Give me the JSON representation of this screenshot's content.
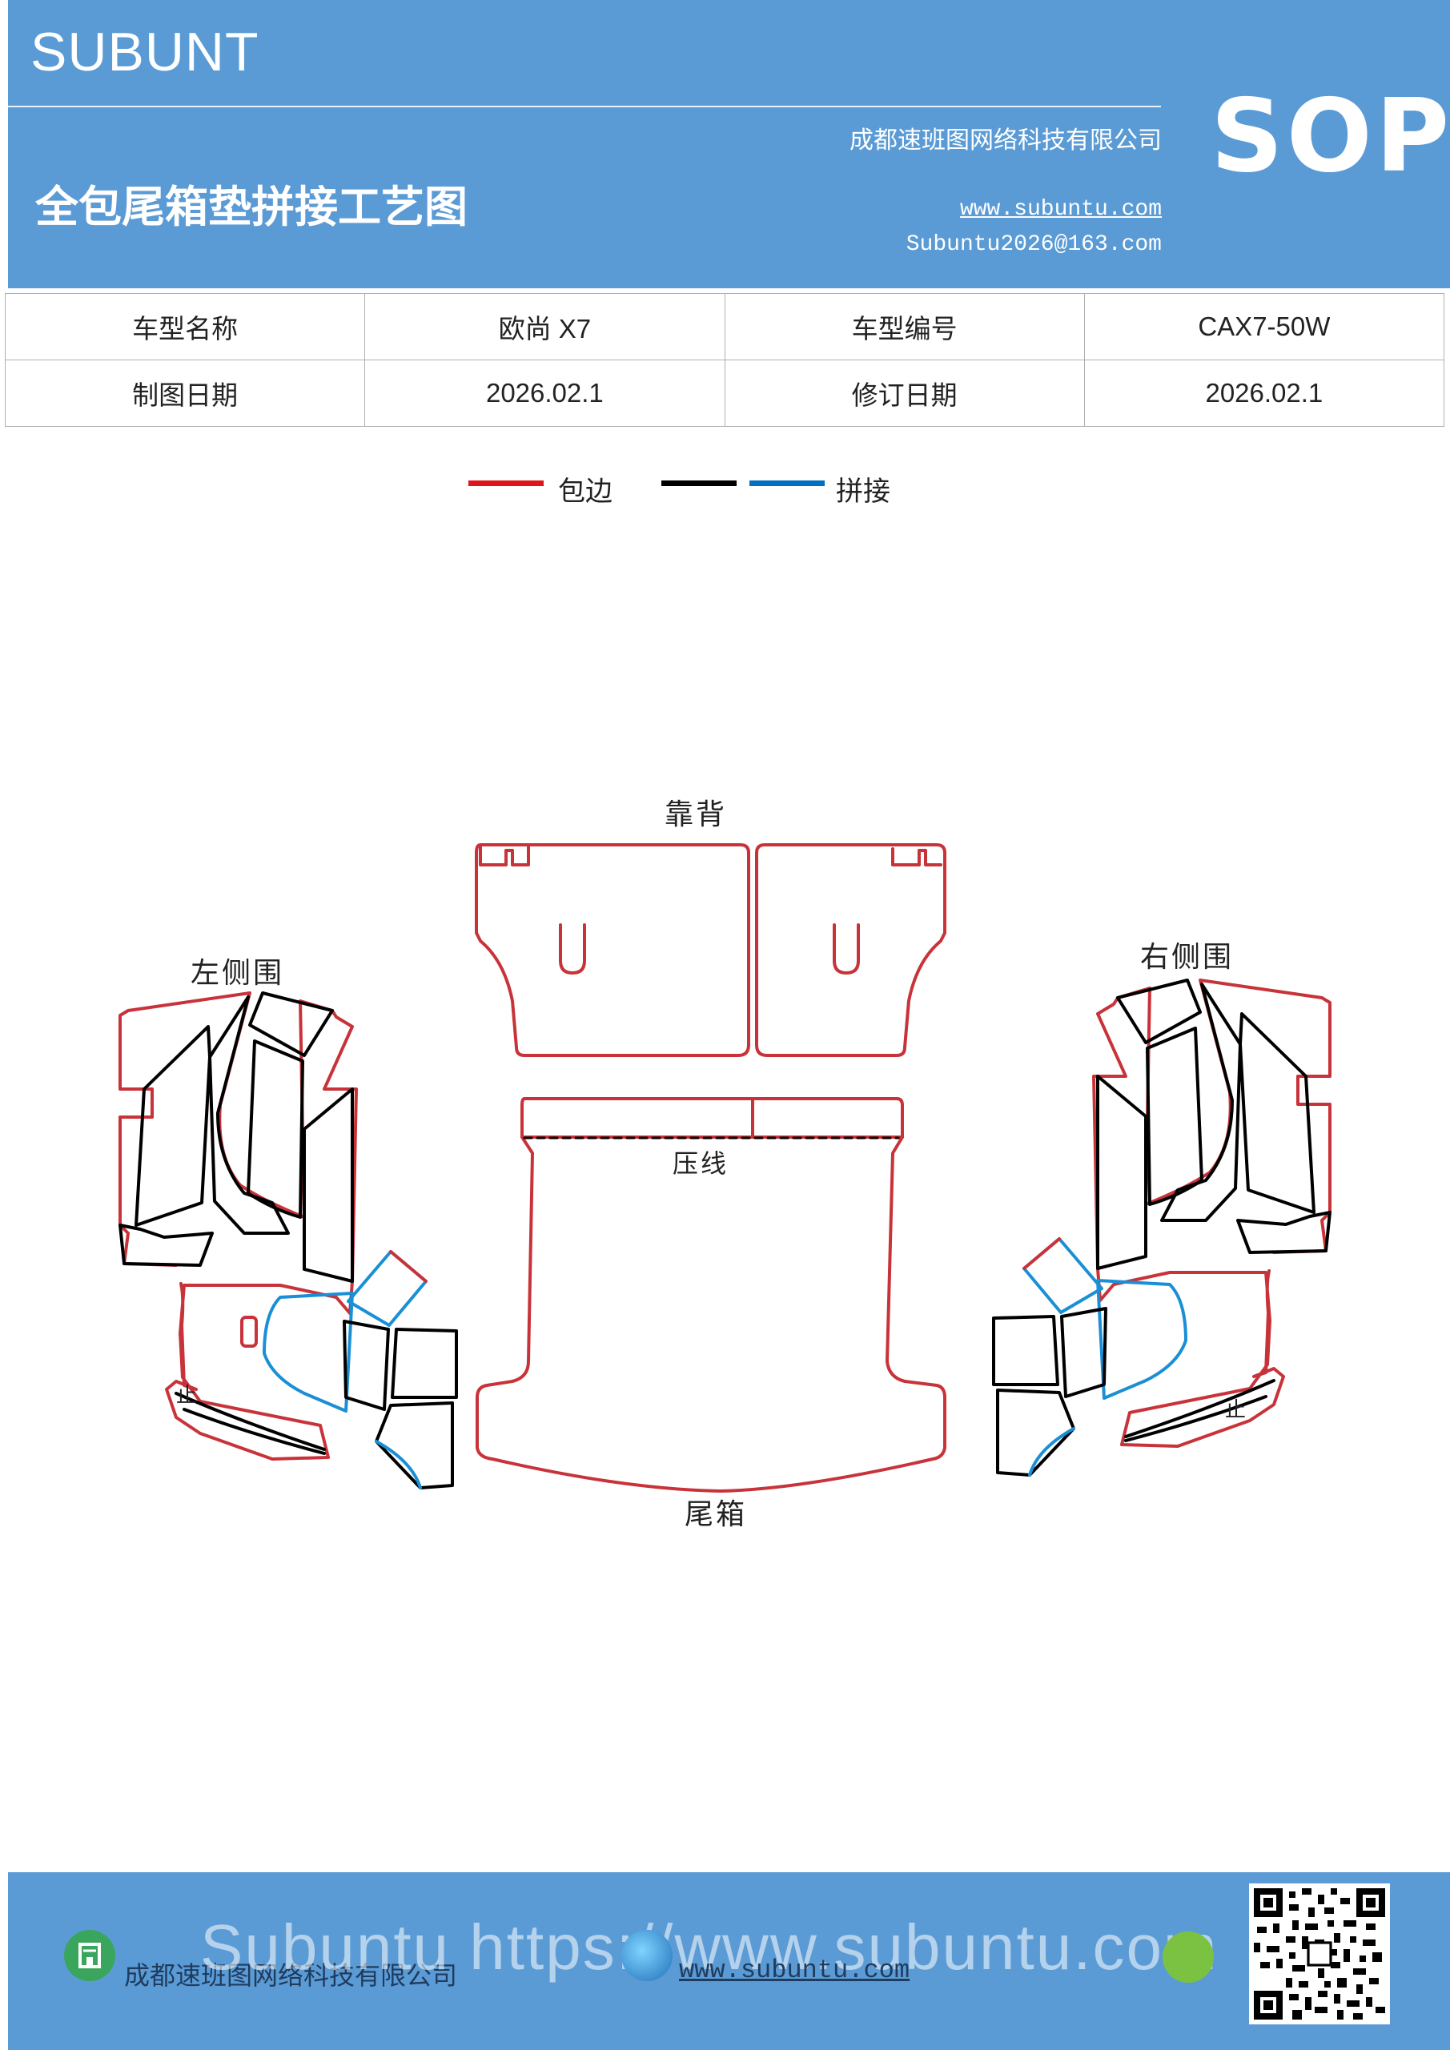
{
  "header": {
    "brand": "SUBUNT",
    "title": "全包尾箱垫拼接工艺图",
    "company": "成都速班图网络科技有限公司",
    "website": "www.subuntu.com",
    "email": "Subuntu2026@163.com",
    "badge": "SOP"
  },
  "info": {
    "model_name_label": "车型名称",
    "model_name": "欧尚 X7",
    "model_code_label": "车型编号",
    "model_code": "CAX7-50W",
    "draw_date_label": "制图日期",
    "draw_date": "2026.02.1",
    "revise_date_label": "修订日期",
    "revise_date": "2026.02.1"
  },
  "legend": {
    "edge_label": "包边",
    "splice_label": "拼接",
    "edge_color": "#e0151b",
    "splice_black": "#000000",
    "splice_blue": "#0070c0"
  },
  "diagram": {
    "backrest": "靠背",
    "left_side": "左侧围",
    "right_side": "右侧围",
    "press_line": "压线",
    "trunk": "尾箱",
    "mark": "止",
    "outline_color": "#c8333a",
    "splice_black": "#000000",
    "splice_blue": "#1a8fd6"
  },
  "footer": {
    "company": "成都速班图网络科技有限公司",
    "website": "www.subuntu.com",
    "watermark": "Subuntu https://www.subuntu.com"
  }
}
